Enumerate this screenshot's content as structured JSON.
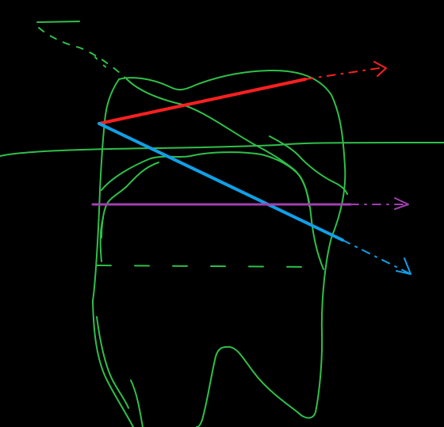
{
  "diagram": {
    "background_color": "#000000",
    "outline_color": "#2fbf4a",
    "lines": [
      {
        "name": "red-line",
        "color": "#ff2020"
      },
      {
        "name": "blue-line",
        "color": "#10a0e8"
      },
      {
        "name": "purple-line",
        "color": "#a040b0"
      }
    ],
    "text": []
  }
}
